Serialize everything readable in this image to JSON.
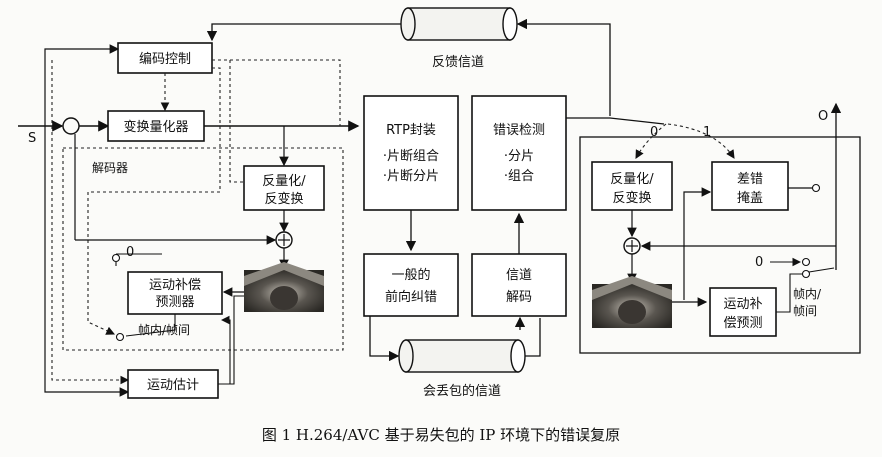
{
  "caption": "图 1   H.264/AVC 基于易失包的 IP 环境下的错误复原",
  "encoder": {
    "input_label": "S",
    "coding_control": "编码控制",
    "transform_quant": "变换量化器",
    "decoder_label": "解码器",
    "inv_quant_1": "反量化/",
    "inv_quant_2": "反变换",
    "zero": "0",
    "mc_pred_1": "运动补偿",
    "mc_pred_2": "预测器",
    "intra_inter": "帧内/帧间",
    "motion_est": "运动估计"
  },
  "network": {
    "feedback_channel": "反馈信道",
    "rtp_title": "RTP封装",
    "rtp_item1": "·片断组合",
    "rtp_item2": "·片断分片",
    "fec_1": "一般的",
    "fec_2": "前向纠错",
    "lossy_channel": "会丢包的信道",
    "err_title": "错误检测",
    "err_item1": "·分片",
    "err_item2": "·组合",
    "ch_dec_1": "信道",
    "ch_dec_2": "解码"
  },
  "receiver": {
    "switch_0": "0",
    "switch_1": "1",
    "output_label": "O",
    "inv_quant_1": "反量化/",
    "inv_quant_2": "反变换",
    "conceal_1": "差错",
    "conceal_2": "掩盖",
    "zero": "0",
    "mc_pred_1": "运动补",
    "mc_pred_2": "偿预测",
    "intra_inter_1": "帧内/",
    "intra_inter_2": "帧间"
  }
}
